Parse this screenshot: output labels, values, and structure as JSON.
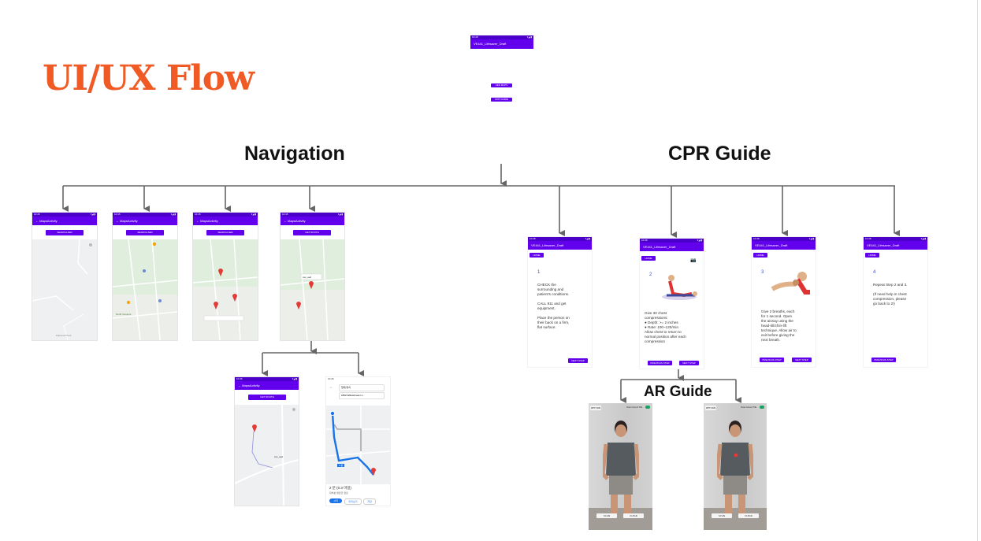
{
  "title": "UI/UX Flow",
  "sections": {
    "navigation": "Navigation",
    "cpr": "CPR Guide",
    "ar": "AR Guide"
  },
  "top_screen": {
    "status_time": "10:48",
    "status_icons": "▾◢ ▮",
    "app_title": "VE441_Lifesaver_Draft",
    "btn1": "AED MAPS",
    "btn2": "CPR GUIDE"
  },
  "maps_screens": [
    {
      "status_time": "10:45",
      "appbar": "MapsActivity",
      "button": "SEARCH AED"
    },
    {
      "status_time": "10:45",
      "appbar": "MapsActivity",
      "button": "SEARCH AED"
    },
    {
      "status_time": "10:45",
      "appbar": "MapsActivity",
      "button": "SEARCH AED"
    },
    {
      "status_time": "10:45",
      "appbar": "MapsActivity",
      "button": "GET ROUTE",
      "marker_label": "sss_aed"
    },
    {
      "status_time": "10:46",
      "appbar": "MapsActivity",
      "button": "GET ROUTE",
      "marker_label": "sss_aed"
    }
  ],
  "gmaps_screen": {
    "status_time": "10:46",
    "from": "현재 위치",
    "to": "1850 Willowbrook Ln",
    "eta": "2 분 (0.3 마일)",
    "chip": "3 분",
    "dest_note": "대부분 평탄한 경로",
    "actions": [
      "시작",
      "미리보기",
      "저장"
    ]
  },
  "cpr_screens": [
    {
      "status_time": "10:48",
      "appbar": "VE441_Lifesaver_Draft",
      "home": "HOME",
      "num": "1",
      "lines": [
        "CHECK the",
        "surrounding and",
        "patient's conditions.",
        "",
        "CALL 911 and get",
        "equipment.",
        "",
        "Place the person on",
        "their back on a firm,",
        "flat surface."
      ],
      "buttons": [
        "NEXT STEP"
      ]
    },
    {
      "status_time": "10:48",
      "appbar": "VE441_Lifesaver_Draft",
      "home": "HOME",
      "num": "2",
      "lines": [
        "Give 30 chest",
        "compressions:",
        "● Depth: >= 2 inches",
        "● Rate: 100~120/min",
        "Allow chest to return to",
        "normal position after each",
        "compression"
      ],
      "buttons": [
        "PREVIOUS STEP",
        "NEXT STEP"
      ]
    },
    {
      "status_time": "10:48",
      "appbar": "VE441_Lifesaver_Draft",
      "home": "HOME",
      "num": "3",
      "lines": [
        "Give 2 breaths, each",
        "for 1 second. Open",
        "the airway using the",
        "head-tilt/chin-lift",
        "technique. Allow air to",
        "exit before giving the",
        "next breath."
      ],
      "buttons": [
        "PREVIOUS STEP",
        "NEXT STEP"
      ]
    },
    {
      "status_time": "10:48",
      "appbar": "VE441_Lifesaver_Draft",
      "home": "HOME",
      "num": "4",
      "lines": [
        "Repeat Step 2 and 3.",
        "",
        "(If need help in chest",
        "compression, please",
        "go back to 2!)"
      ],
      "buttons": [
        "PREVIOUS STEP"
      ]
    }
  ],
  "ar_screens": [
    {
      "return": "RETURN",
      "toggle": "Use Cloud ML",
      "btn_a": "SCAN",
      "btn_b": "CLEAR"
    },
    {
      "return": "RETURN",
      "toggle": "Use Cloud ML",
      "btn_a": "SCAN",
      "btn_b": "CLEAR"
    }
  ],
  "colors": {
    "title": "#f05a24",
    "appbar": "#6200ee",
    "status": "#4a00c8",
    "arrow": "#666666",
    "route": "#1a73e8"
  }
}
